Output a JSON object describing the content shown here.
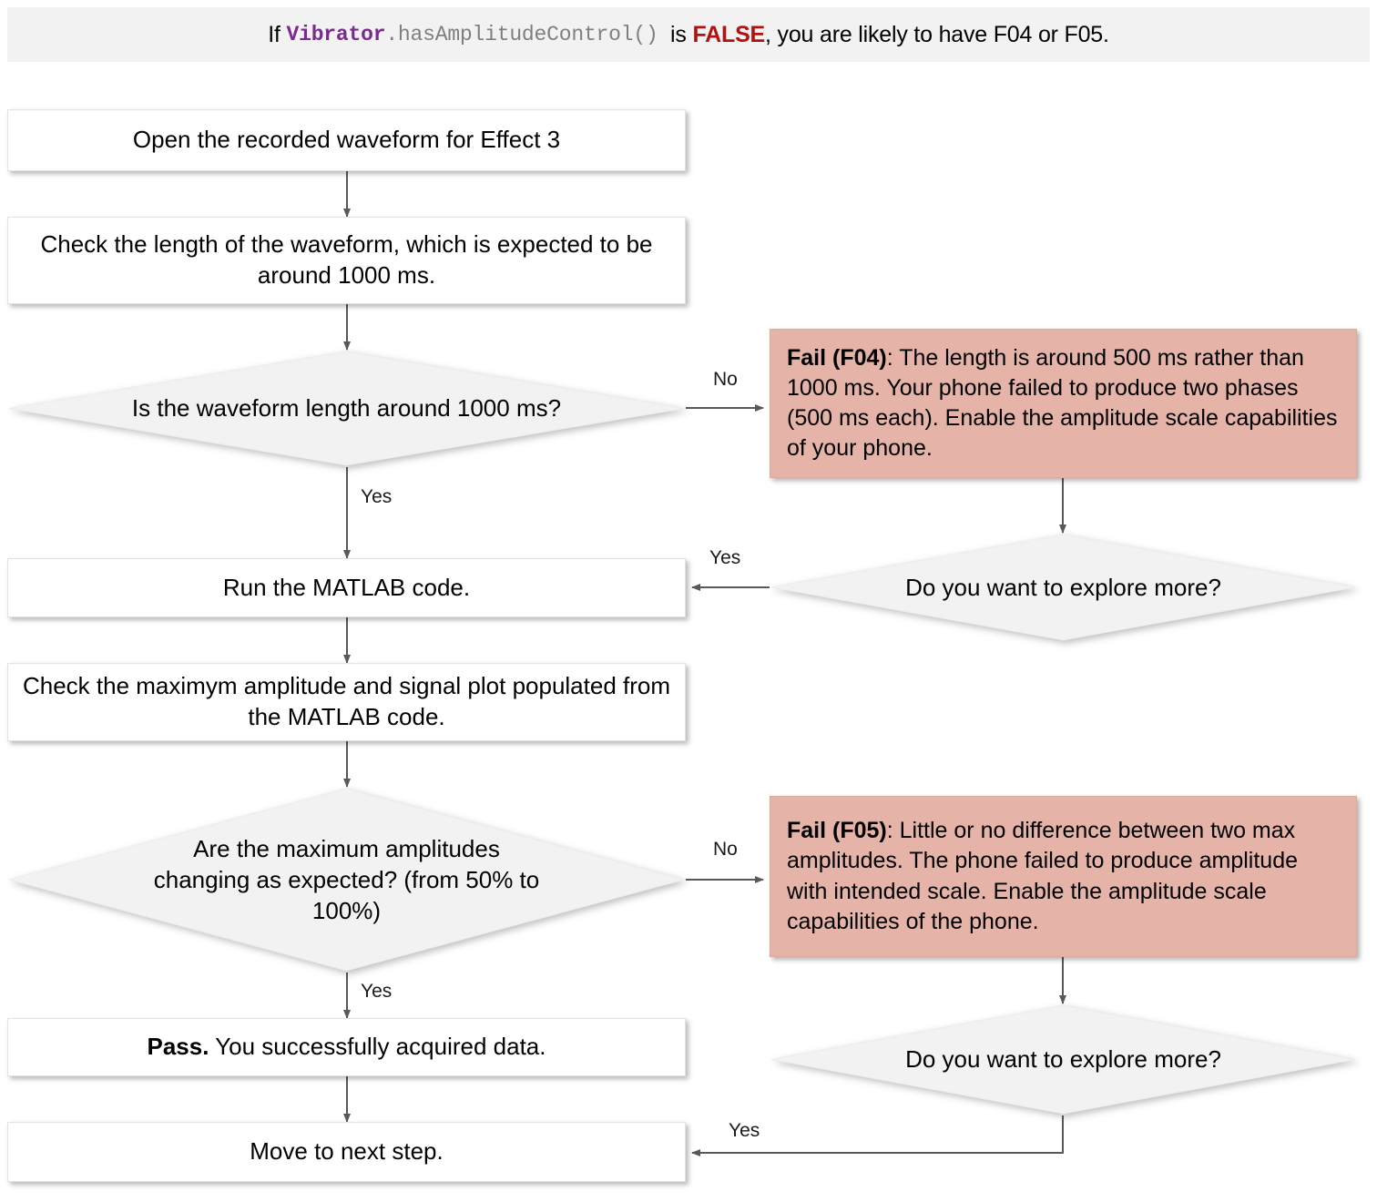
{
  "banner": {
    "prefix": "If ",
    "class_name": "Vibrator",
    "method": ".hasAmplitudeControl()",
    "middle": "  is ",
    "false_word": "FALSE",
    "suffix": ", you are likely to have F04 or F05."
  },
  "nodes": {
    "open_waveform": "Open the recorded waveform for Effect 3",
    "check_length": "Check the length of the waveform, which is expected to be around 1000 ms.",
    "decision_length": "Is the waveform length around 1000 ms?",
    "fail_f04_bold": "Fail (F04)",
    "fail_f04_rest": ": The length is around 500 ms rather than 1000 ms. Your phone failed to produce two phases (500 ms each). Enable the amplitude scale capabilities of your phone.",
    "explore_more_1": "Do you want to explore more?",
    "run_matlab": "Run the MATLAB code.",
    "check_amplitude": "Check the maximym amplitude and signal plot populated from the MATLAB code.",
    "decision_amplitude": "Are the maximum amplitudes changing as expected? (from 50% to 100%)",
    "fail_f05_bold": "Fail (F05)",
    "fail_f05_rest": ": Little or no difference between two max amplitudes. The phone failed to produce amplitude with intended scale. Enable the amplitude scale capabilities of the phone.",
    "explore_more_2": "Do you want to explore more?",
    "pass_bold": "Pass.",
    "pass_rest": " You successfully acquired data.",
    "move_next": "Move to next step."
  },
  "edge_labels": {
    "no_1": "No",
    "yes_1": "Yes",
    "yes_explore_1": "Yes",
    "no_2": "No",
    "yes_2": "Yes",
    "yes_explore_2": "Yes"
  },
  "colors": {
    "banner_bg": "#f2f2f2",
    "class_purple": "#7b2a8f",
    "method_gray": "#7f7f7f",
    "false_red": "#b01212",
    "fail_bg": "#e5b3a8",
    "decision_bg": "#f2f2f2",
    "process_bg": "#ffffff",
    "edge_stroke": "#595959"
  }
}
